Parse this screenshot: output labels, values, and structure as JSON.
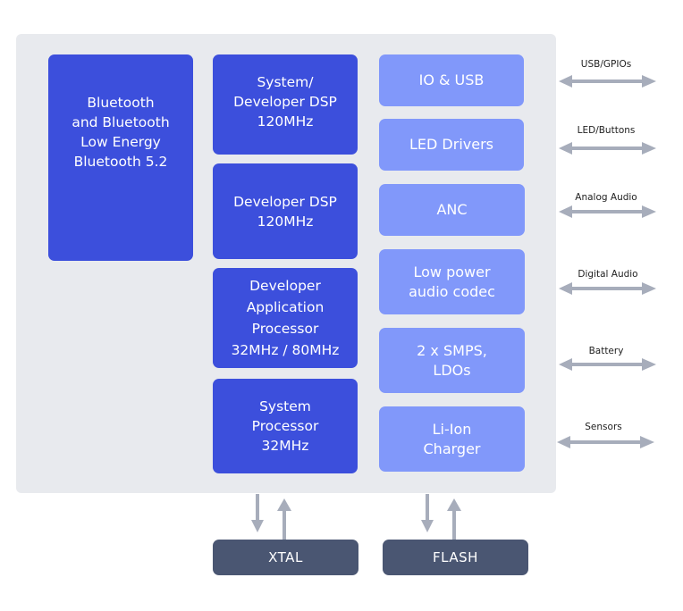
{
  "diagram": {
    "type": "block-diagram",
    "colors": {
      "chip_background": "#e8eaee",
      "processor_blocks": "#3c4fdc",
      "peripheral_blocks": "#8198fa",
      "external_blocks": "#4a5672",
      "arrows": "#a7adbb"
    },
    "processor_blocks": [
      {
        "id": "bluetooth",
        "label": "Bluetooth\nand Bluetooth\nLow Energy\nBluetooth 5.2"
      },
      {
        "id": "sys-dev-dsp",
        "label": "System/\nDeveloper DSP\n120MHz"
      },
      {
        "id": "dev-dsp",
        "label": "Developer DSP\n120MHz"
      },
      {
        "id": "dev-app-proc",
        "label": "Developer\nApplication\nProcessor\n32MHz / 80MHz"
      },
      {
        "id": "sys-proc",
        "label": "System\nProcessor\n32MHz"
      }
    ],
    "peripheral_blocks": [
      {
        "id": "io-usb",
        "label": "IO & USB",
        "interface": "USB/GPIOs"
      },
      {
        "id": "led-drivers",
        "label": "LED Drivers",
        "interface": "LED/Buttons"
      },
      {
        "id": "anc",
        "label": "ANC",
        "interface": "Analog Audio"
      },
      {
        "id": "codec",
        "label": "Low power\naudio codec",
        "interface": "Digital Audio"
      },
      {
        "id": "smps",
        "label": "2 x SMPS,\nLDOs",
        "interface": "Battery"
      },
      {
        "id": "charger",
        "label": "Li-Ion\nCharger",
        "interface": "Sensors"
      }
    ],
    "external_blocks": [
      {
        "id": "xtal",
        "label": "XTAL"
      },
      {
        "id": "flash",
        "label": "FLASH"
      }
    ]
  }
}
